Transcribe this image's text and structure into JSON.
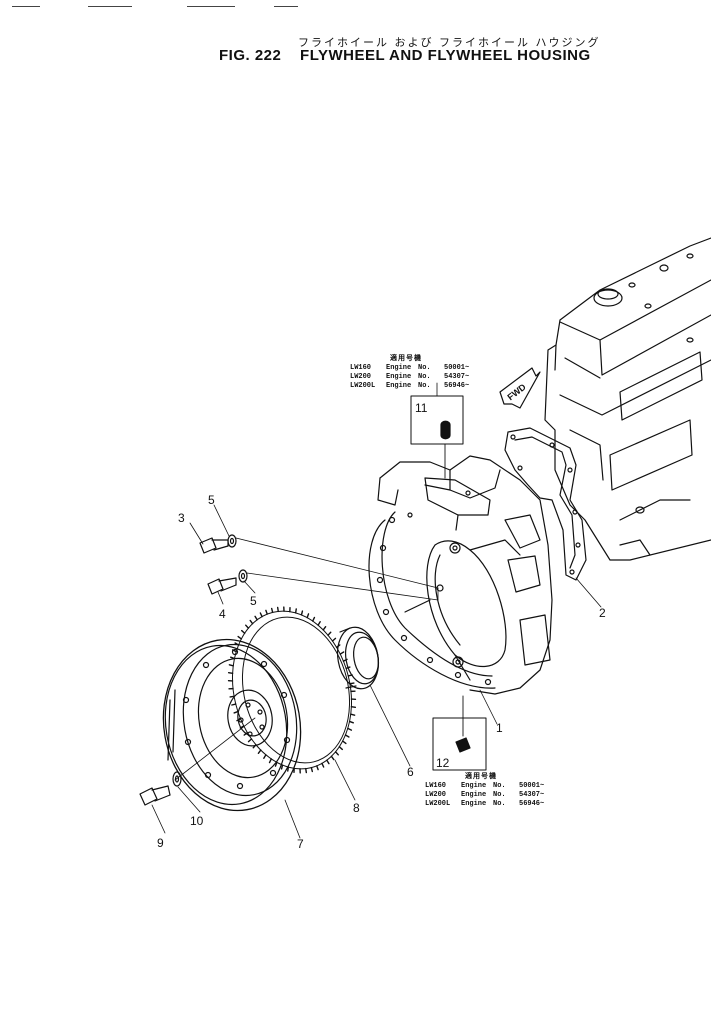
{
  "header": {
    "title_jp": "フライホイール および フライホイール ハウジング",
    "fig_no": "FIG. 222",
    "title_en": "FLYWHEEL AND FLYWHEEL HOUSING"
  },
  "applicability_top": {
    "header": "適用号機",
    "rows": [
      {
        "model": "LW160",
        "engine": "Engine",
        "no": "No.",
        "serial": "50001~"
      },
      {
        "model": "LW200",
        "engine": "Engine",
        "no": "No.",
        "serial": "54307~"
      },
      {
        "model": "LW200L",
        "engine": "Engine",
        "no": "No.",
        "serial": "56946~"
      }
    ]
  },
  "applicability_bottom": {
    "header": "適用号機",
    "rows": [
      {
        "model": "LW160",
        "engine": "Engine",
        "no": "No.",
        "serial": "50001~"
      },
      {
        "model": "LW200",
        "engine": "Engine",
        "no": "No.",
        "serial": "54307~"
      },
      {
        "model": "LW200L",
        "engine": "Engine",
        "no": "No.",
        "serial": "56946~"
      }
    ]
  },
  "fwd_label": "FWD",
  "callouts": {
    "c1": "1",
    "c2": "2",
    "c3": "3",
    "c4": "4",
    "c5a": "5",
    "c5b": "5",
    "c6": "6",
    "c7": "7",
    "c8": "8",
    "c9": "9",
    "c10": "10",
    "c11": "11",
    "c12": "12"
  }
}
